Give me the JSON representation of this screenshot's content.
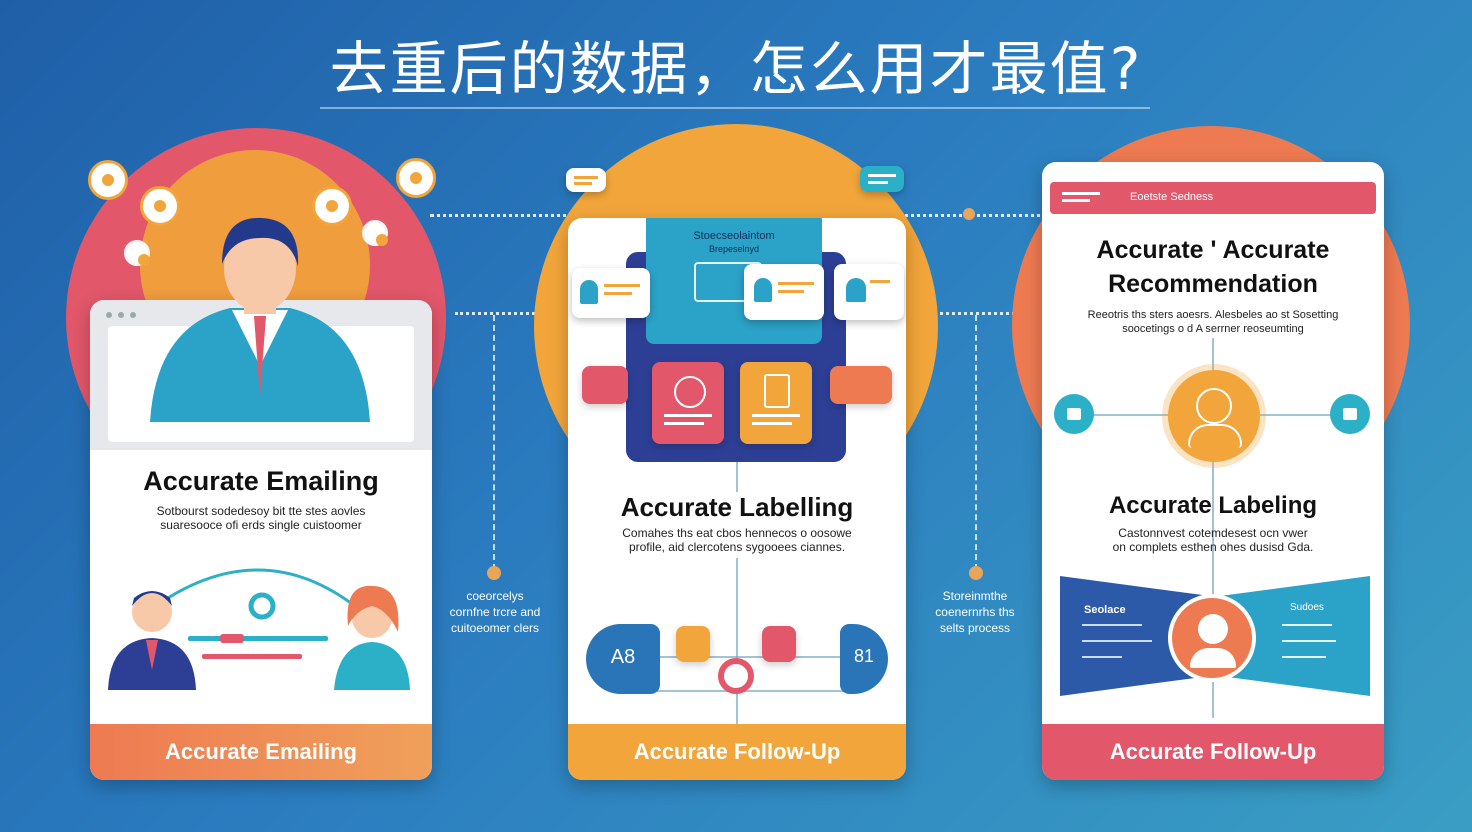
{
  "title": "去重后的数据，怎么用才最值?",
  "cards": [
    {
      "heading": "Accurate Emailing",
      "desc_line1": "Sotbourst sodedesoy bit tte stes aovles",
      "desc_line2": "suaresooce ofi erds single cuistoomer",
      "footer": "Accurate Emailing",
      "footer_color": "#ee7a52"
    },
    {
      "heading": "Accurate Labelling",
      "desc_line1": "Comahes ths eat cbos hennecos o oosowe",
      "desc_line2": "profile, aid clercotens sygooees ciannes.",
      "panel_title": "Stoecseolaintom",
      "panel_sub": "Brepeselnyd",
      "left_circle": "A8",
      "right_circle": "81",
      "footer": "Accurate Follow-Up",
      "footer_color": "#f2a53a"
    },
    {
      "top_bar": "Eoetste Sedness",
      "heading_line1": "Accurate ' Accurate",
      "heading_line2": "Recommendation",
      "desc_line1": "Reeotris ths sters aoesrs. Alesbeles ao st Sosetting",
      "desc_line2": "soocetings o d A serrner reoseumting",
      "heading2": "Accurate Labeling",
      "desc2_line1": "Castonnvest cotemdesest ocn vwer",
      "desc2_line2": "on complets esthen ohes dusisd Gda.",
      "band_left": "Seolace",
      "band_right": "Sudoes",
      "footer": "Accurate Follow-Up",
      "footer_color": "#e2576a"
    }
  ],
  "side_notes": {
    "left": [
      "coeorcelys",
      "cornfne trcre and",
      "cuitoeomer clers"
    ],
    "right": [
      "Storeinmthe",
      "coenernrhs ths",
      "selts process"
    ]
  },
  "colors": {
    "bg_start": "#1f5fa8",
    "bg_end": "#3a9ec4",
    "coral": "#e2576a",
    "orange": "#f2a53a",
    "teal": "#2bb0c8",
    "navy": "#2d3f95"
  }
}
